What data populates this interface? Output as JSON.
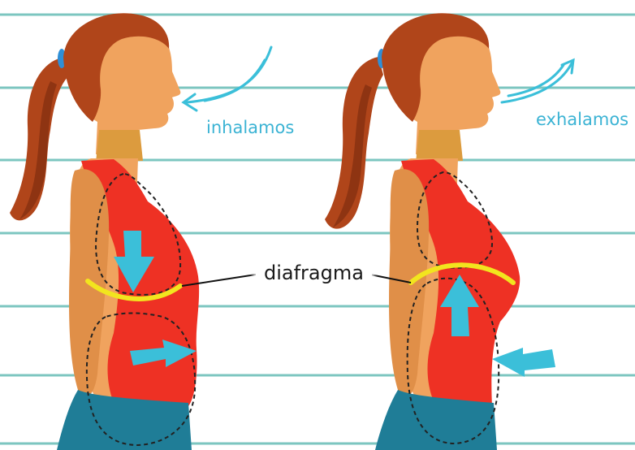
{
  "labels": {
    "inhale": "inhalamos",
    "exhale": "exhalamos",
    "diaphragm": "diafragma"
  },
  "colors": {
    "background": "#ffffff",
    "ruled_lines": "#7cc6c0",
    "skin": "#f0a35e",
    "skin_shadow": "#e08f48",
    "hair": "#b0451a",
    "hair_dark": "#8e3412",
    "hair_tie": "#2f8fd6",
    "top": "#ee3124",
    "top_shade": "#c92218",
    "pants": "#1f7d97",
    "arrow": "#3bbfd9",
    "diaphragm_line": "#f2e51e",
    "dashed_outline": "#222222",
    "pointer_line": "#111111"
  },
  "figures": [
    {
      "name": "inhale-figure",
      "diaphragm": "lowered",
      "arrows": [
        "down",
        "right"
      ]
    },
    {
      "name": "exhale-figure",
      "diaphragm": "raised",
      "arrows": [
        "up",
        "left"
      ]
    }
  ]
}
